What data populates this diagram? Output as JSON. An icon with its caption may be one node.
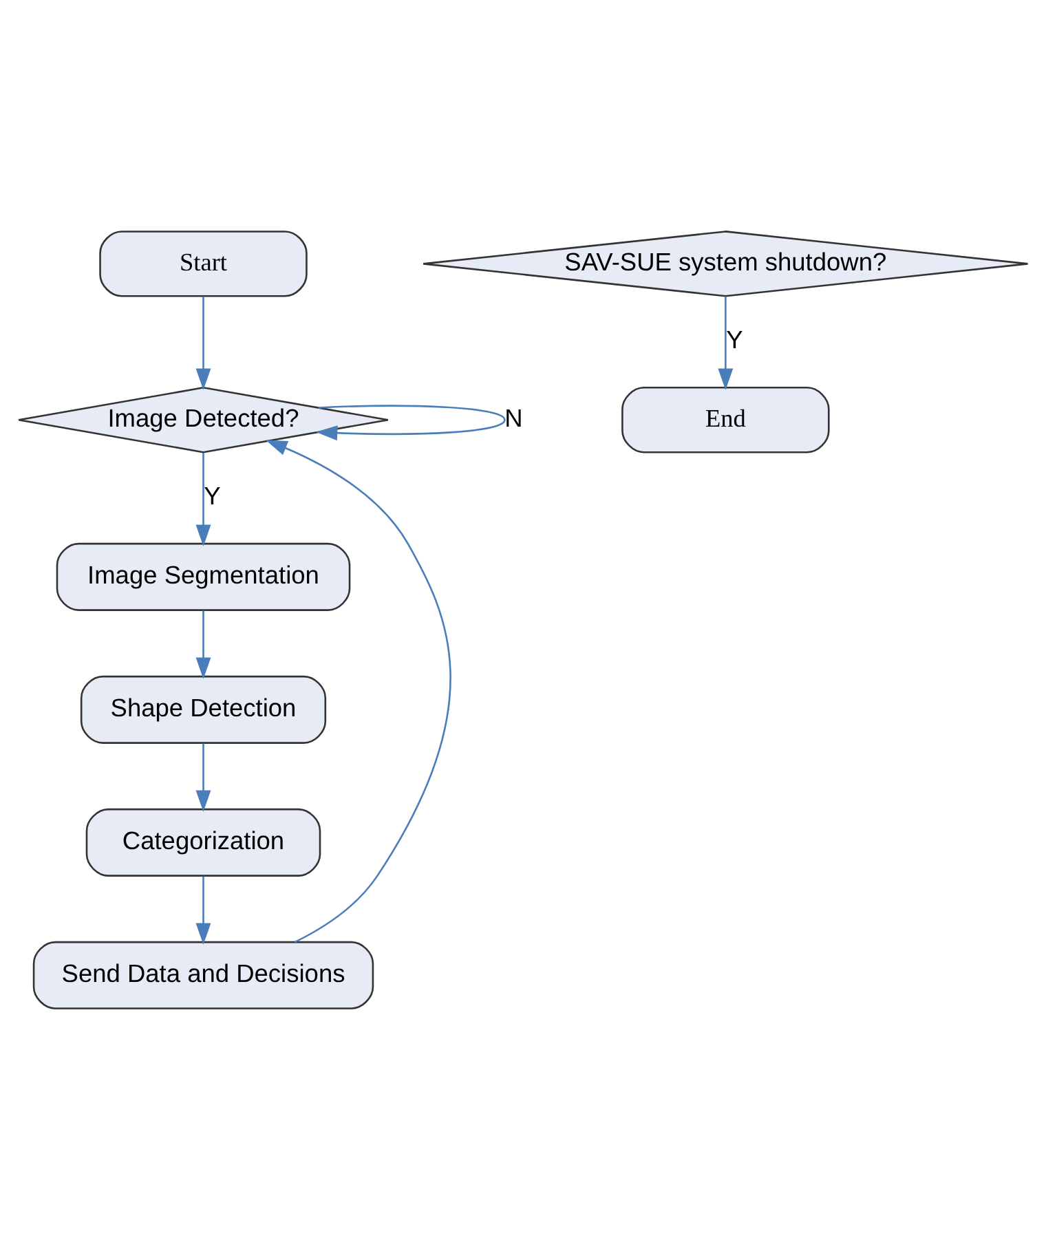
{
  "diagram": {
    "nodes": [
      {
        "text": [
          "Start"
        ]
      },
      {
        "text": [
          "Image Detected?"
        ]
      },
      {
        "text": [
          "Image Segmentation"
        ]
      },
      {
        "text": [
          "Shape Detection"
        ]
      },
      {
        "text": [
          "Categorization"
        ]
      },
      {
        "text": [
          "Send Data and Decisions"
        ]
      },
      {
        "text": [
          "SAV-SUE system shutdown?"
        ]
      },
      {
        "text": [
          "End"
        ]
      }
    ],
    "edges": [
      {
        "from": 0,
        "to": 1,
        "arrow": "to"
      },
      {
        "from": 1,
        "to": 1,
        "arrow": "to",
        "label": "N"
      },
      {
        "from": 1,
        "to": 2,
        "arrow": "to",
        "label": "Y"
      },
      {
        "from": 2,
        "to": 3,
        "arrow": "to"
      },
      {
        "from": 3,
        "to": 4,
        "arrow": "to"
      },
      {
        "from": 4,
        "to": 5,
        "arrow": "to"
      },
      {
        "from": 5,
        "to": 1,
        "arrow": "to"
      },
      {
        "from": 6,
        "to": 7,
        "arrow": "to",
        "label": "Y"
      }
    ]
  }
}
